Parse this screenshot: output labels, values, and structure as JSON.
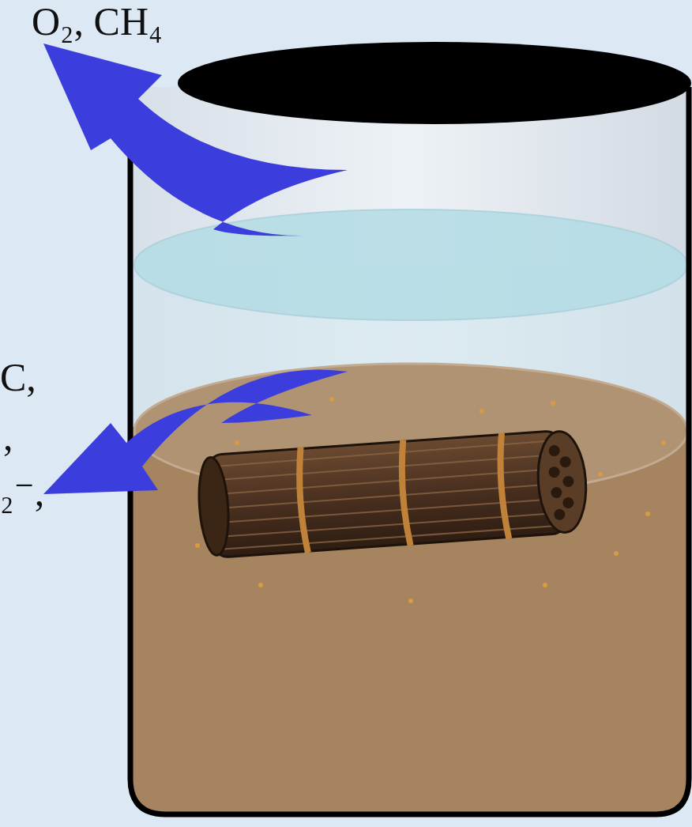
{
  "diagram": {
    "labels": [
      "O₂, CH₄",
      "C,",
      ",",
      "₂⁻,"
    ]
  }
}
